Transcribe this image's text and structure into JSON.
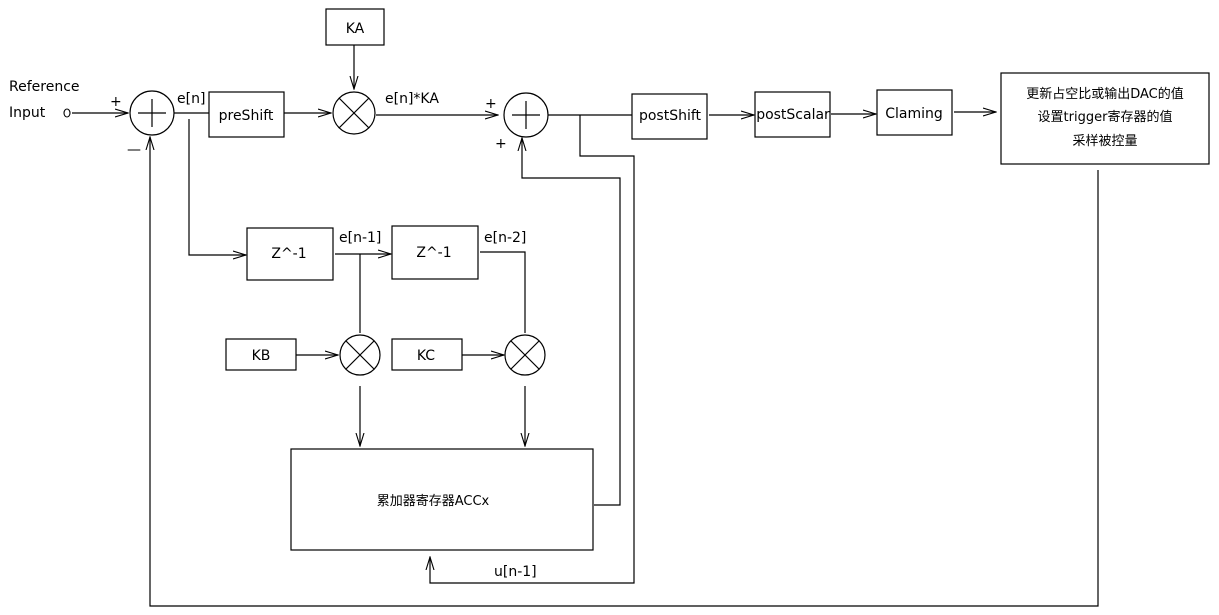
{
  "title": "Incremental PID controller block diagram",
  "input": {
    "label_line1": "Reference",
    "label_line2": "Input"
  },
  "signs": {
    "sum1_plus": "+",
    "sum1_minus": "—",
    "sum2_plus_left": "+",
    "sum2_plus_bottom": "+"
  },
  "signals": {
    "en": "e[n]",
    "en_ka": "e[n]*KA",
    "en1": "e[n-1]",
    "en2": "e[n-2]",
    "un1": "u[n-1]"
  },
  "blocks": {
    "ka": "KA",
    "kb": "KB",
    "kc": "KC",
    "preshift": "preShift",
    "postshift": "postShift",
    "postscalar": "postScalar",
    "claming": "Claming",
    "delay1": "Z^-1",
    "delay2": "Z^-1",
    "accumulator": "累加器寄存器ACCx",
    "output_line1": "更新占空比或输出DAC的值",
    "output_line2": "设置trigger寄存器的值",
    "output_line3": "采样被控量"
  }
}
